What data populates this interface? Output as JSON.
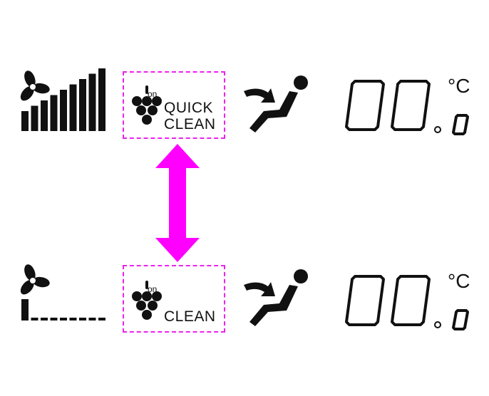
{
  "states": [
    {
      "id": "top",
      "fan_level": 9,
      "fan_level_max": 9,
      "mode_on_label": "on",
      "mode_lines": [
        "QUICK",
        "CLEAN"
      ],
      "temp_display": "00.0",
      "temp_unit": "°C"
    },
    {
      "id": "bottom",
      "fan_level": 1,
      "fan_level_max": 9,
      "mode_on_label": "on",
      "mode_lines": [
        "CLEAN"
      ],
      "temp_display": "00.0",
      "temp_unit": "°C"
    }
  ],
  "colors": {
    "highlight": "#ee22ee",
    "ink": "#111111"
  },
  "icons": [
    "fan-icon",
    "grape-icon",
    "airflow-seat-icon",
    "double-arrow-icon"
  ]
}
